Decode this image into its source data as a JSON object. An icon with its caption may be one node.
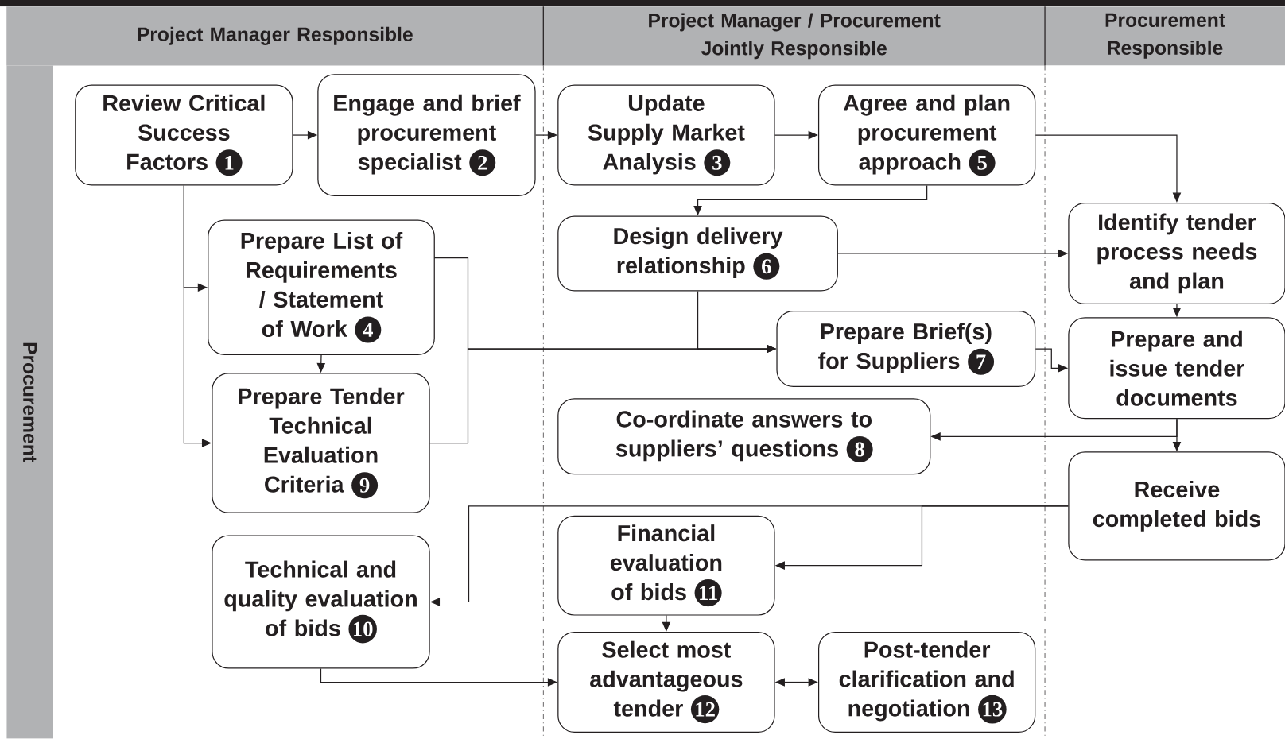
{
  "diagram": {
    "nodes": [
      {
        "text": [
          "Project Manager Responsible"
        ]
      },
      {
        "text": [
          "Project Manager / Procurement Jointly Responsible"
        ]
      },
      {
        "text": [
          "Procurement Responsible"
        ]
      },
      {
        "text": [
          "Procurement"
        ]
      },
      {
        "text": [
          "Review Critical Success Factors",
          "1"
        ]
      },
      {
        "text": [
          "Engage and brief procurement specialist",
          "2"
        ]
      },
      {
        "text": [
          "Update Supply Market Analysis",
          "3"
        ]
      },
      {
        "text": [
          "Agree and plan procurement approach",
          "5"
        ]
      },
      {
        "text": [
          "Identify tender process needs and plan"
        ]
      },
      {
        "text": [
          "Prepare List of Requirements / Statement of Work",
          "4"
        ]
      },
      {
        "text": [
          "Design delivery relationship",
          "6"
        ]
      },
      {
        "text": [
          "Prepare Brief(s) for Suppliers",
          "7"
        ]
      },
      {
        "text": [
          "Prepare and issue tender documents"
        ]
      },
      {
        "text": [
          "Prepare Tender Technical Evaluation Criteria",
          "9"
        ]
      },
      {
        "text": [
          "Co-ordinate answers to suppliers’ questions",
          "8"
        ]
      },
      {
        "text": [
          "Receive completed bids"
        ]
      },
      {
        "text": [
          "Technical and quality evaluation of bids",
          "10"
        ]
      },
      {
        "text": [
          "Financial evaluation of bids",
          "11"
        ]
      },
      {
        "text": [
          "Select most advantageous tender",
          "12"
        ]
      },
      {
        "text": [
          "Post-tender clarification and negotiation",
          "13"
        ]
      }
    ],
    "edges": [
      {
        "from": 4,
        "to": 5,
        "arrow": "to"
      },
      {
        "from": 5,
        "to": 6,
        "arrow": "to"
      },
      {
        "from": 6,
        "to": 7,
        "arrow": "to"
      },
      {
        "from": 7,
        "to": 8,
        "arrow": "to"
      },
      {
        "from": 7,
        "to": 10,
        "arrow": "to"
      },
      {
        "from": 4,
        "to": 9,
        "arrow": "to"
      },
      {
        "from": 4,
        "to": 13,
        "arrow": "to"
      },
      {
        "from": 9,
        "to": 13,
        "arrow": "to"
      },
      {
        "from": 9,
        "to": 11,
        "arrow": "to"
      },
      {
        "from": 13,
        "to": 11,
        "arrow": "to"
      },
      {
        "from": 10,
        "to": 11,
        "arrow": "to"
      },
      {
        "from": 10,
        "to": 8,
        "arrow": "to"
      },
      {
        "from": 8,
        "to": 12,
        "arrow": "to"
      },
      {
        "from": 11,
        "to": 12,
        "arrow": "to"
      },
      {
        "from": 12,
        "to": 15,
        "arrow": "to"
      },
      {
        "from": 12,
        "to": 14,
        "arrow": "to"
      },
      {
        "from": 15,
        "to": 16,
        "arrow": "to"
      },
      {
        "from": 15,
        "to": 17,
        "arrow": "to"
      },
      {
        "from": 17,
        "to": 18,
        "arrow": "to"
      },
      {
        "from": 16,
        "to": 18,
        "arrow": "to"
      },
      {
        "from": 18,
        "to": 19,
        "arrow": "both"
      }
    ]
  }
}
